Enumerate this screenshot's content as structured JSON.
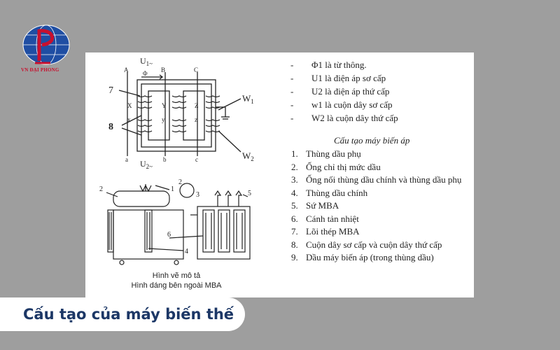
{
  "logo": {
    "text": "VN ĐẠI PHONG",
    "color_primary": "#1f4ea3",
    "color_accent": "#c8102e"
  },
  "diagram": {
    "labels": {
      "u1": "U",
      "u1_sub": "1~",
      "u2": "U",
      "u2_sub": "2~",
      "phi": "Φ",
      "A": "A",
      "B": "B",
      "C": "C",
      "a": "a",
      "b": "b",
      "c": "c",
      "X": "X",
      "Y": "Y",
      "Z": "Z",
      "x": "x",
      "y": "y",
      "z": "z",
      "seven": "7",
      "eight": "8",
      "w1": "W",
      "w1_sub": "1",
      "w2": "W",
      "w2_sub": "2",
      "n1": "1",
      "n2": "2",
      "n2b": "2",
      "n3": "3",
      "n4": "4",
      "n5": "5",
      "n6": "6"
    },
    "caption_line1": "Hình vẽ mô tả",
    "caption_line2": "Hình dáng bên ngoài MBA"
  },
  "legend": [
    {
      "dash": "-",
      "text": "Φ1 là từ thông."
    },
    {
      "dash": "-",
      "text": "U1  là điện áp sơ cấp"
    },
    {
      "dash": "-",
      "text": "U2  là điện áp thứ cấp"
    },
    {
      "dash": "-",
      "text": "w1 là cuộn dây sơ cấp"
    },
    {
      "dash": "-",
      "text": "W2 là cuộn dây thứ cấp"
    }
  ],
  "section_title": "Cấu tạo máy biến áp",
  "parts": [
    {
      "num": "1.",
      "text": "Thùng dầu phụ"
    },
    {
      "num": "2.",
      "text": "Ống chỉ thị mức dầu"
    },
    {
      "num": "3.",
      "text": "Ống nối thùng dầu chính và thùng dầu phụ"
    },
    {
      "num": "4.",
      "text": "Thùng dầu chính"
    },
    {
      "num": "5.",
      "text": "Sứ MBA"
    },
    {
      "num": "6.",
      "text": "Cánh tản nhiệt"
    },
    {
      "num": "7.",
      "text": "Lõi thép MBA"
    },
    {
      "num": "8.",
      "text": "Cuộn dây sơ cấp và cuộn dây thứ cấp"
    },
    {
      "num": "9.",
      "text": "Dầu máy biến áp (trong thùng dầu)"
    }
  ],
  "banner": {
    "title": "Cấu tạo của máy biến thế"
  }
}
